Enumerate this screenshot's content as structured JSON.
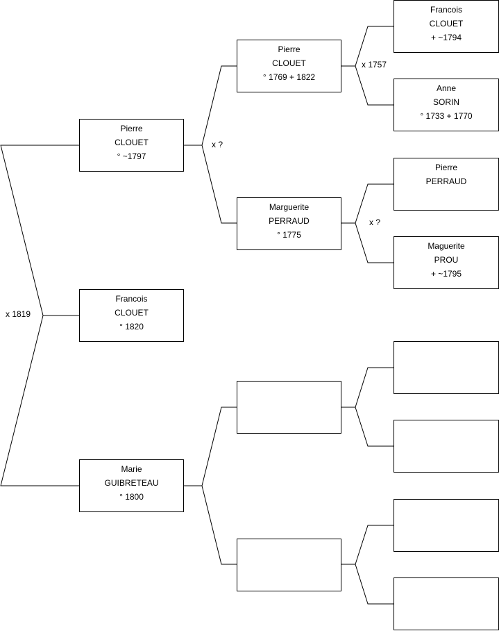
{
  "persons": {
    "subject": {
      "given": "Francois",
      "surname": "CLOUET",
      "dates": "° 1820"
    },
    "father": {
      "given": "Pierre",
      "surname": "CLOUET",
      "dates": "° ~1797"
    },
    "mother": {
      "given": "Marie",
      "surname": "GUIBRETEAU",
      "dates": "° 1800"
    },
    "pat_gf": {
      "given": "Pierre",
      "surname": "CLOUET",
      "dates": "° 1769 + 1822"
    },
    "pat_gm": {
      "given": "Marguerite",
      "surname": "PERRAUD",
      "dates": "° 1775"
    },
    "mat_gf": {
      "given": "",
      "surname": "",
      "dates": ""
    },
    "mat_gm": {
      "given": "",
      "surname": "",
      "dates": ""
    },
    "pat_gf_f": {
      "given": "Francois",
      "surname": "CLOUET",
      "dates": "+ ~1794"
    },
    "pat_gf_m": {
      "given": "Anne",
      "surname": "SORIN",
      "dates": "° 1733 + 1770"
    },
    "pat_gm_f": {
      "given": "Pierre",
      "surname": "PERRAUD",
      "dates": ""
    },
    "pat_gm_m": {
      "given": "Maguerite",
      "surname": "PROU",
      "dates": "+ ~1795"
    },
    "mat_gf_f": {
      "given": "",
      "surname": "",
      "dates": ""
    },
    "mat_gf_m": {
      "given": "",
      "surname": "",
      "dates": ""
    },
    "mat_gm_f": {
      "given": "",
      "surname": "",
      "dates": ""
    },
    "mat_gm_m": {
      "given": "",
      "surname": "",
      "dates": ""
    }
  },
  "marriages": {
    "parents": "x 1819",
    "pat_gp": "x ?",
    "pat_ggp1": "x 1757",
    "pat_ggp2": "x ?"
  }
}
